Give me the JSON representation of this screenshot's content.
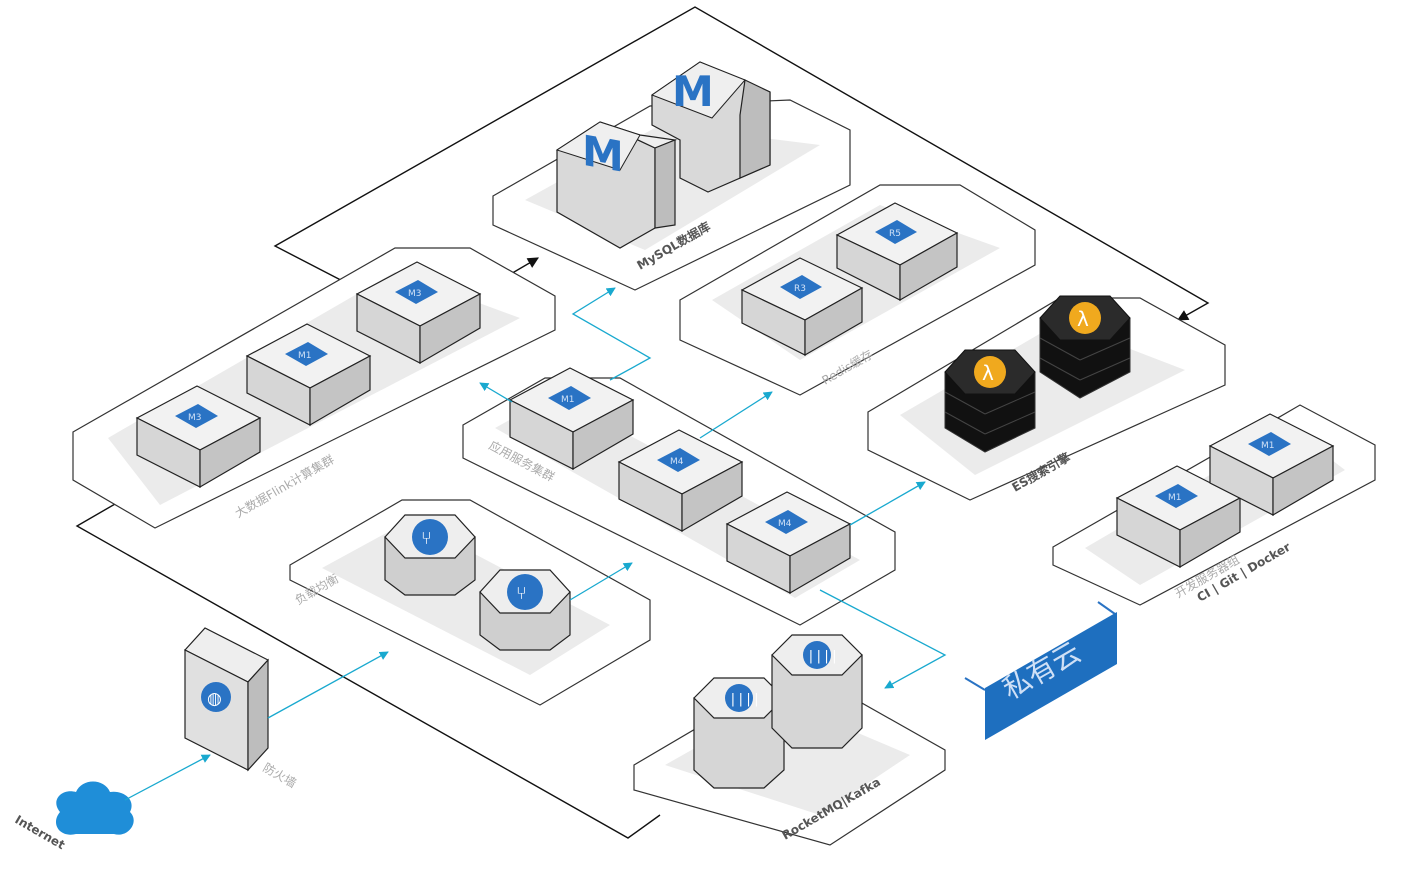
{
  "diagram": {
    "zones": {
      "mysql": "MySQL数据库",
      "redis": "Redis缓存",
      "es": "ES搜索引擎",
      "flink": "大数据Flink计算集群",
      "services": "应用服务集群",
      "devops": "开发服务器组",
      "devops_sub": "CI | Git | Docker",
      "gateway": "负载均衡",
      "mq": "RocketMQ|Kafka",
      "proxy": "防火墙",
      "internet": "Internet"
    },
    "node_labels": {
      "m": "M",
      "m3": "M3",
      "m1": "M1",
      "m4": "M4",
      "r3": "R3"
    },
    "private_cloud_label": "私有云",
    "colors": {
      "accent_blue": "#2a73c4",
      "connector_cyan": "#19a9cf",
      "es_badge": "#f0a91e",
      "cloud_blue": "#1f8ed8"
    }
  }
}
